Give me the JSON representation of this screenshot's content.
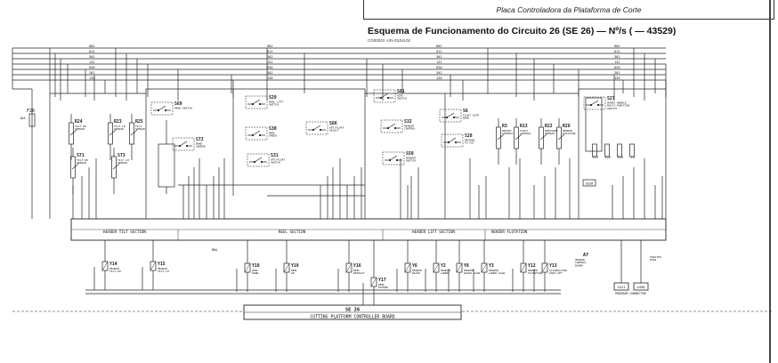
{
  "header": {
    "board_caption": "Placa Controladora da Plataforma de Corte",
    "title": "Esquema de Funcionamento do Circuito 26 (SE 26) — Nº/s ( — 43529)",
    "doc_code": "CG00031  -UN-03JUL02"
  },
  "footer": {
    "section_id": "SE 26",
    "board_name": "CUTTING PLATFORM CONTROLLER BOARD"
  },
  "buses": [
    "002",
    "012",
    "302",
    "132",
    "030",
    "202",
    "130"
  ],
  "sections": [
    {
      "id": "header-tilt",
      "label": "HEADER TILT SECTION"
    },
    {
      "id": "reel",
      "label": "REEL SECTION"
    },
    {
      "id": "header-lift",
      "label": "HEADER LIFT SECTION"
    },
    {
      "id": "header-flotation",
      "label": "HEADER FLOTATION"
    }
  ],
  "fuse": {
    "label": "F26",
    "sub": "10A"
  },
  "sensors": [
    {
      "label": "R24",
      "desc": "TILT RH\nSENSOR"
    },
    {
      "label": "R23",
      "desc": "TILT LH\nSENSOR"
    },
    {
      "label": "R25",
      "desc": "TILT\nSENSOR"
    },
    {
      "label": "S71",
      "desc": "TILT RH\nSENSOR"
    },
    {
      "label": "S73",
      "desc": "TILT LH\nSENSOR"
    },
    {
      "label": "R3",
      "desc": "HEIGHT\nCONTROL"
    },
    {
      "label": "R13",
      "desc": "FLOAT\nCONTROL"
    },
    {
      "label": "R22",
      "desc": "PRESSURE\nSENSOR"
    },
    {
      "label": "R26",
      "desc": "HEADER\nPOSITION"
    }
  ],
  "switches": [
    {
      "label": "S69",
      "desc": "RAKE SWITCH"
    },
    {
      "label": "S72",
      "desc": "RAKE\nSENSOR"
    },
    {
      "label": "S29",
      "desc": "REEL LIFT\nSWITCH"
    },
    {
      "label": "S30",
      "desc": "REEL\nSPEED"
    },
    {
      "label": "S31",
      "desc": "AFT/FLOAT\nSWITCH"
    },
    {
      "label": "S66",
      "desc": "AFT/FLOAT\nSELECT"
    },
    {
      "label": "S61",
      "desc": "AUTO\nSWITCH"
    },
    {
      "label": "S32",
      "desc": "HEADER\nCONTROL"
    },
    {
      "label": "S50",
      "desc": "HEADER\nSWITCH"
    },
    {
      "label": "S6",
      "desc": "FLOAT AUTO\nMODE"
    },
    {
      "label": "S28",
      "desc": "RETURN\nTO CUT"
    },
    {
      "label": "S27",
      "desc": "HYDRO HANDLE\nMULTI-FUNCTION\nSWITCH"
    }
  ],
  "solenoids": [
    {
      "label": "Y14",
      "desc": "HEADER\nTILT RH"
    },
    {
      "label": "Y15",
      "desc": "HEADER\nTILT LH"
    },
    {
      "label": "Y18",
      "desc": "REEL\nDOWN"
    },
    {
      "label": "Y19",
      "desc": "REEL\nUP"
    },
    {
      "label": "Y16",
      "desc": "REEL\nRETRACT"
    },
    {
      "label": "Y17",
      "desc": "REEL\nEXTEND"
    },
    {
      "label": "Y6",
      "desc": "HEADER\nRAISE"
    },
    {
      "label": "Y2",
      "desc": "HEADER\nLOWER"
    },
    {
      "label": "Y8",
      "desc": "HEADER\nRAISE SLOW"
    },
    {
      "label": "Y3",
      "desc": "HEADER\nLOWER SLOW"
    },
    {
      "label": "Y12",
      "desc": "HEADER\nFLOTATION"
    },
    {
      "label": "Y13",
      "desc": "ACCUMULATOR\nSHUT-OFF"
    }
  ],
  "board": {
    "label": "A7",
    "desc": "HEADER\nCONTROL\nBOARD"
  },
  "connector": {
    "label": "PROGRAM CONNECTOR",
    "pins": [
      "X411",
      "X430"
    ],
    "note": "TWISTED\nPAIR"
  },
  "fuses_right": [
    "F21",
    "F22",
    "F23",
    "F4"
  ],
  "misc": {
    "ground_tag": "SE26",
    "reference": "MDA"
  }
}
